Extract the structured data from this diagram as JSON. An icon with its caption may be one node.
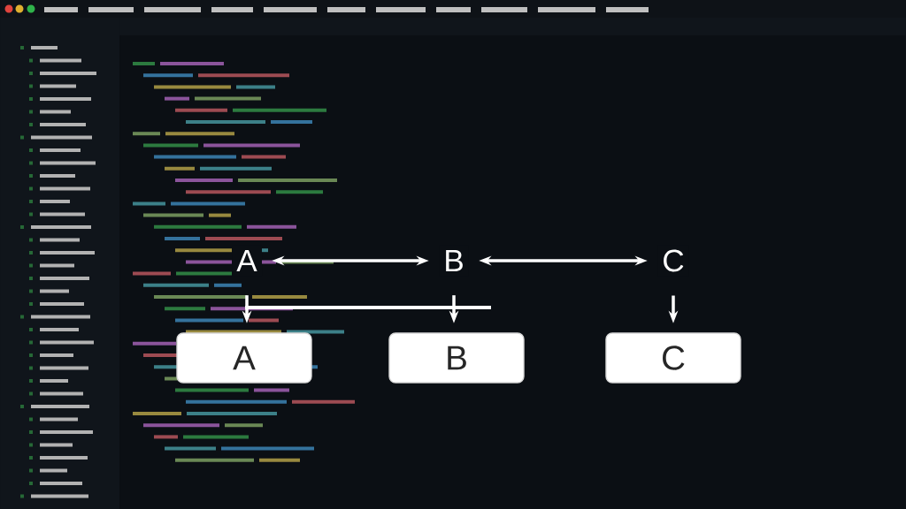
{
  "diagram": {
    "nodes": [
      {
        "text": [
          "A"
        ]
      },
      {
        "text": [
          "B"
        ]
      },
      {
        "text": [
          "C"
        ]
      },
      {
        "text": [
          "A"
        ]
      },
      {
        "text": [
          "B"
        ]
      },
      {
        "text": [
          "C"
        ]
      }
    ],
    "edges": [
      {
        "from": 0,
        "to": 1,
        "arrow": "both"
      },
      {
        "from": 1,
        "to": 2,
        "arrow": "both"
      },
      {
        "from": 0,
        "to": 3,
        "arrow": "to"
      },
      {
        "from": 1,
        "to": 4,
        "arrow": "to"
      },
      {
        "from": 2,
        "to": 5,
        "arrow": "to"
      }
    ]
  }
}
